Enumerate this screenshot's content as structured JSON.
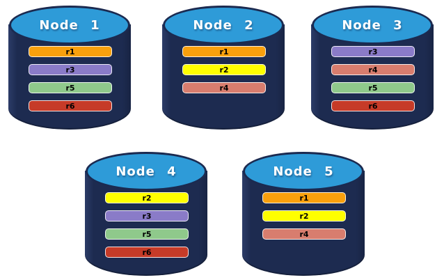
{
  "diagram": {
    "nodes": [
      {
        "label": "Node 1",
        "replicas": [
          "r1",
          "r3",
          "r5",
          "r6"
        ]
      },
      {
        "label": "Node 2",
        "replicas": [
          "r1",
          "r2",
          "r4"
        ]
      },
      {
        "label": "Node 3",
        "replicas": [
          "r3",
          "r4",
          "r5",
          "r6"
        ]
      },
      {
        "label": "Node 4",
        "replicas": [
          "r2",
          "r3",
          "r5",
          "r6"
        ]
      },
      {
        "label": "Node 5",
        "replicas": [
          "r1",
          "r2",
          "r4"
        ]
      }
    ],
    "replica_colors": {
      "r1": "#F9A00D",
      "r2": "#FFFF00",
      "r3": "#8A7BC8",
      "r4": "#D87D6E",
      "r5": "#8FC98B",
      "r6": "#C63B28"
    },
    "cylinder_body_color": "#1D2B50",
    "cylinder_top_color": "#2E9BD8",
    "background_color": "#FFFFFF"
  }
}
